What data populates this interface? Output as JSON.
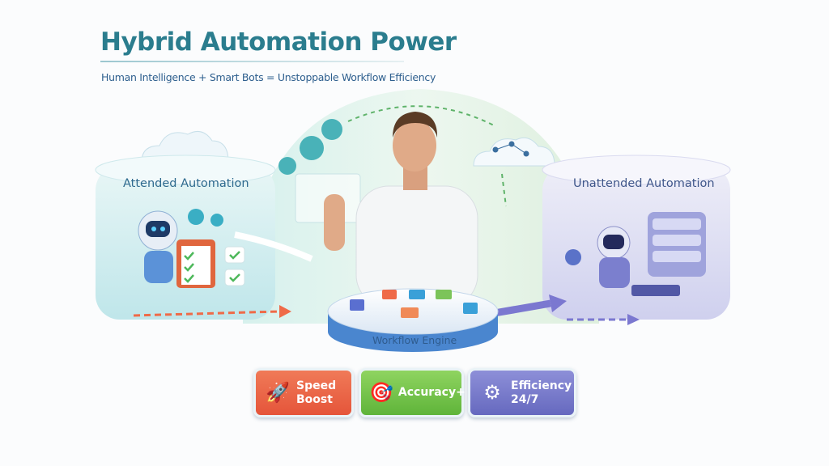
{
  "header": {
    "title": "Hybrid Automation Power",
    "subtitle": "Human Intelligence + Smart Bots = Unstoppable Workflow Efficiency"
  },
  "panels": {
    "attended": "Attended Automation",
    "unattended": "Unattended Automation",
    "engine": "Workflow Engine"
  },
  "badges": [
    {
      "line1": "Speed",
      "line2": "Boost",
      "icon": "rocket-icon",
      "color": "#e9603f"
    },
    {
      "line1": "Accuracy+",
      "line2": "",
      "icon": "target-check-icon",
      "color": "#6fbf45"
    },
    {
      "line1": "Efficiency",
      "line2": "24/7",
      "icon": "gear-check-icon",
      "color": "#7376c8"
    }
  ],
  "colors": {
    "title": "#2b7d8e",
    "subtitle": "#2e5f8e",
    "orange_arrow": "#ef6a48",
    "purple_arrow": "#7b78d0"
  }
}
